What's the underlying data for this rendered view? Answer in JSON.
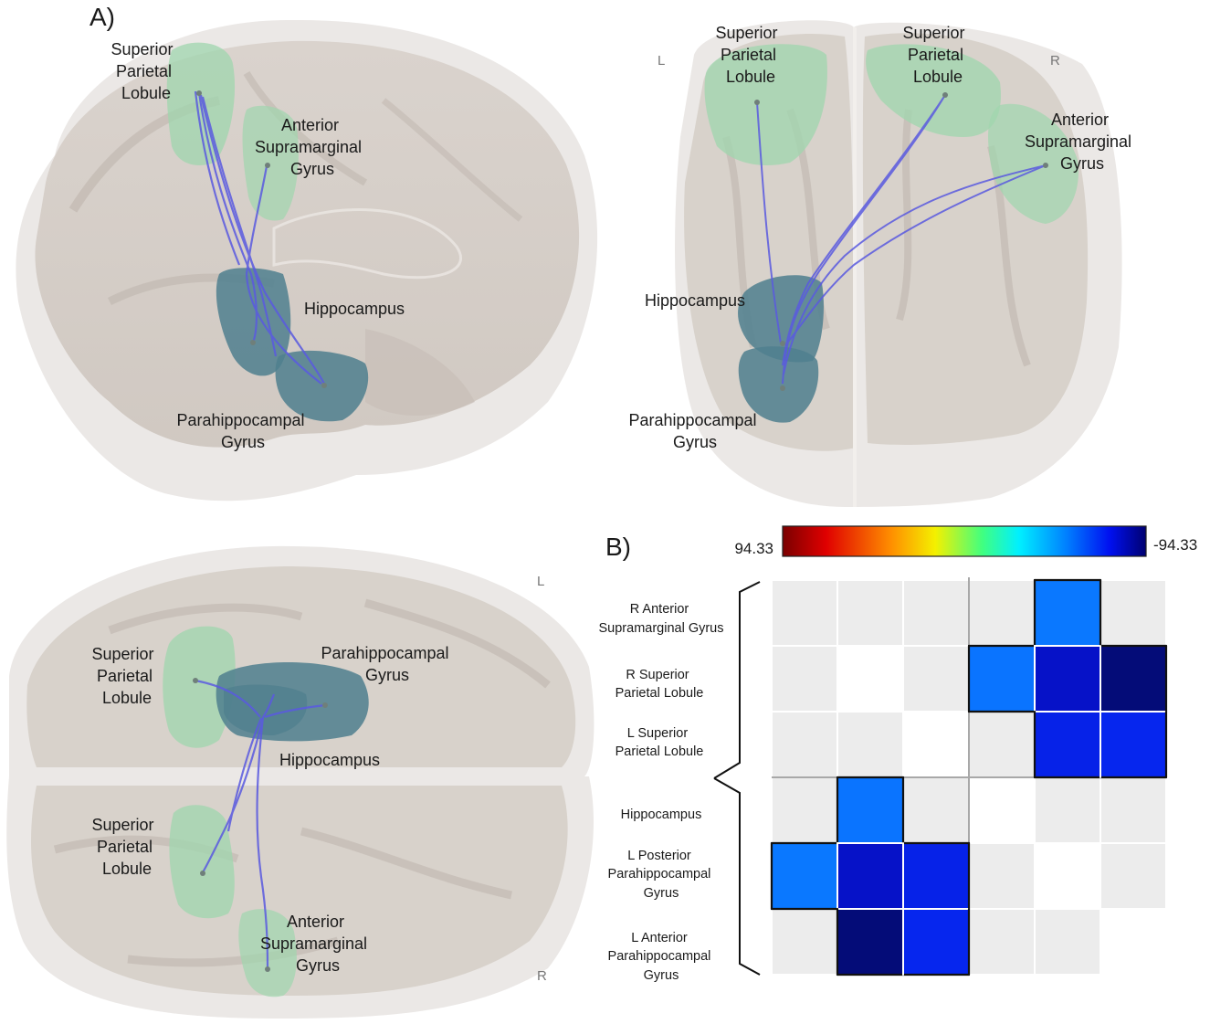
{
  "panel_a": {
    "letter": "A)",
    "sagittal": {
      "labels": {
        "spl": [
          "Superior",
          "Parietal",
          "Lobule"
        ],
        "asmg": [
          "Anterior",
          "Supramarginal",
          "Gyrus"
        ],
        "hippo": [
          "Hippocampus"
        ],
        "parahippo": [
          "Parahippocampal",
          "Gyrus"
        ]
      }
    },
    "coronal": {
      "side_left": "L",
      "side_right": "R",
      "labels": {
        "spl_left": [
          "Superior",
          "Parietal",
          "Lobule"
        ],
        "spl_right": [
          "Superior",
          "Parietal",
          "Lobule"
        ],
        "asmg": [
          "Anterior",
          "Supramarginal",
          "Gyrus"
        ],
        "hippo": [
          "Hippocampus"
        ],
        "parahippo": [
          "Parahippocampal",
          "Gyrus"
        ]
      }
    },
    "axial": {
      "side_left": "L",
      "side_right": "R",
      "labels": {
        "spl_top": [
          "Superior",
          "Parietal",
          "Lobule"
        ],
        "parahippo": [
          "Parahippocampal",
          "Gyrus"
        ],
        "hippo": [
          "Hippocampus"
        ],
        "spl_bottom": [
          "Superior",
          "Parietal",
          "Lobule"
        ],
        "asmg": [
          "Anterior",
          "Supramarginal",
          "Gyrus"
        ]
      }
    }
  },
  "panel_b": {
    "letter": "B)",
    "colorbar": {
      "max_label": "94.33",
      "min_label": "-94.33",
      "max": 94.33,
      "min": -94.33
    },
    "row_labels": [
      [
        "R Anterior",
        "Supramarginal  Gyrus"
      ],
      [
        "R Superior",
        "Parietal Lobule"
      ],
      [
        "L Superior",
        "Parietal Lobule"
      ],
      [
        "Hippocampus"
      ],
      [
        "L Posterior",
        "Parahippocampal",
        "Gyrus"
      ],
      [
        "L Anterior",
        "Parahippocampal",
        "Gyrus"
      ]
    ],
    "matrix": [
      [
        "gray",
        "gray",
        "gray",
        "gray",
        "c#0a78ff",
        "gray"
      ],
      [
        "gray",
        "white",
        "gray",
        "c#0a74ff",
        "c#0612c8",
        "c#040c78"
      ],
      [
        "gray",
        "gray",
        "white",
        "gray",
        "c#0622e8",
        "c#0626ee"
      ],
      [
        "gray",
        "c#0a74ff",
        "gray",
        "white",
        "gray",
        "gray"
      ],
      [
        "c#0a78ff",
        "c#0612c8",
        "c#0622e8",
        "gray",
        "white",
        "gray"
      ],
      [
        "gray",
        "c#040c78",
        "c#0626ee",
        "gray",
        "gray",
        "white"
      ]
    ],
    "colors": {
      "gray": "#ececec",
      "white": "#ffffff",
      "grid": "#a8a8a8"
    }
  }
}
